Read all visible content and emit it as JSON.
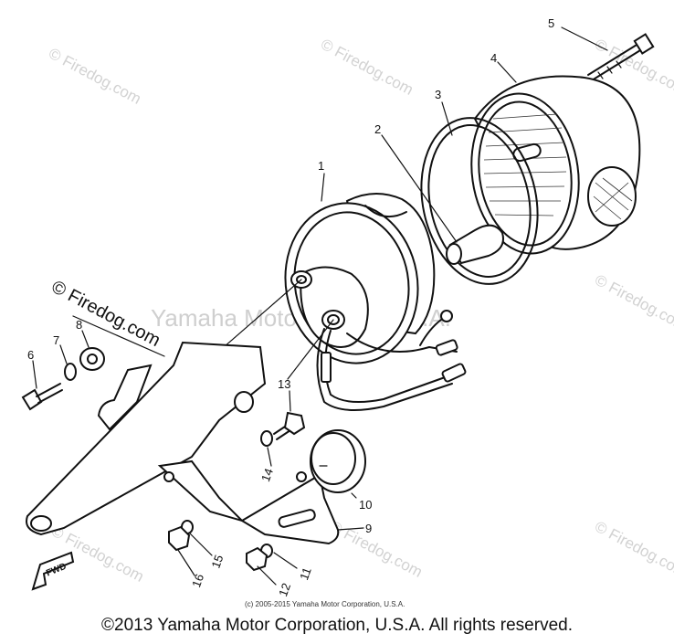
{
  "watermarks": {
    "site": "© Firedog.com",
    "brand": "Yamaha Motor Corp., U.S.A.",
    "small_copyright": "(c) 2005-2015 Yamaha Motor Corporation, U.S.A."
  },
  "callouts": [
    "1",
    "2",
    "3",
    "4",
    "5",
    "6",
    "7",
    "8",
    "9",
    "10",
    "11",
    "12",
    "13",
    "14",
    "15",
    "16"
  ],
  "direction_label": "FWD",
  "footer": "©2013 Yamaha Motor Corporation, U.S.A. All rights reserved."
}
